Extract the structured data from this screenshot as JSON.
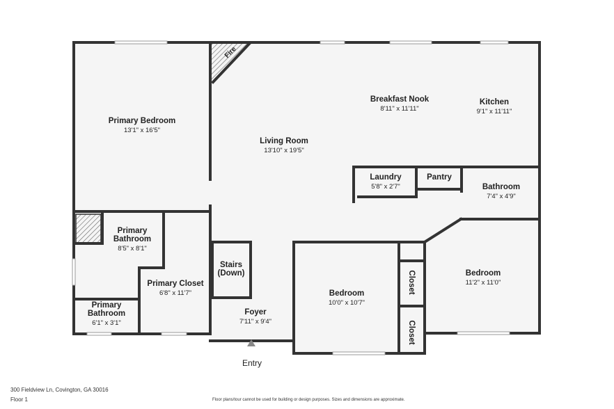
{
  "rooms": [
    {
      "name": "Primary Bedroom",
      "dims": "13'1\" x 16'5\""
    },
    {
      "name": "Living Room",
      "dims": "13'10\" x 19'5\""
    },
    {
      "name": "Breakfast Nook",
      "dims": "8'11\" x 11'11\""
    },
    {
      "name": "Kitchen",
      "dims": "9'1\" x 11'11\""
    },
    {
      "name": "Laundry",
      "dims": "5'8\" x 2'7\""
    },
    {
      "name": "Pantry",
      "dims": ""
    },
    {
      "name": "Bathroom",
      "dims": "7'4\" x 4'9\""
    },
    {
      "name": "Primary Bathroom",
      "dims": "8'5\" x 8'1\""
    },
    {
      "name": "Primary Closet",
      "dims": "6'8\" x 11'7\""
    },
    {
      "name": "Stairs (Down)",
      "dims": ""
    },
    {
      "name": "Primary Bathroom",
      "dims": "6'1\" x 3'1\""
    },
    {
      "name": "Foyer",
      "dims": "7'11\" x 9'4\""
    },
    {
      "name": "Bedroom",
      "dims": "10'0\" x 10'7\""
    },
    {
      "name": "Bedroom",
      "dims": "11'2\" x 11'0\""
    },
    {
      "name": "Closet",
      "dims": ""
    },
    {
      "name": "Closet",
      "dims": ""
    }
  ],
  "fireplace_label": "Fire",
  "entry_label": "Entry",
  "footer": {
    "address": "300 Fieldview Ln, Covington, GA 30016",
    "floor": "Floor 1",
    "disclaimer": "Floor plans/tour cannot be used for building or design purposes. Sizes and dimensions are approximate."
  },
  "colors": {
    "wall": "#333333",
    "floor": "#f5f5f5"
  }
}
